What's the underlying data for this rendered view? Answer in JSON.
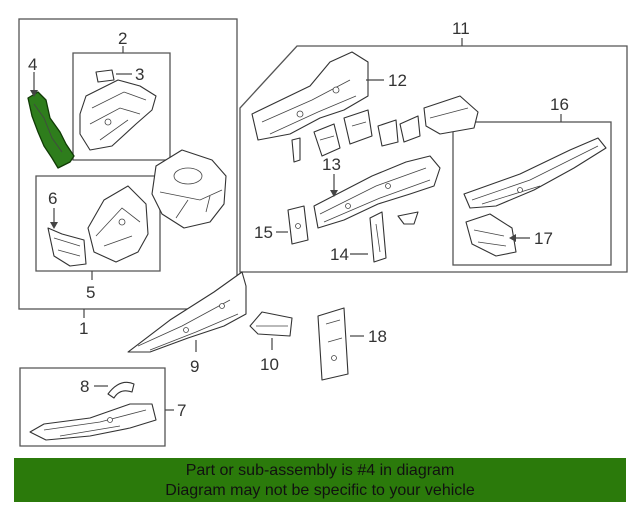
{
  "callouts": {
    "c1": "1",
    "c2": "2",
    "c3": "3",
    "c4": "4",
    "c5": "5",
    "c6": "6",
    "c7": "7",
    "c8": "8",
    "c9": "9",
    "c10": "10",
    "c11": "11",
    "c12": "12",
    "c13": "13",
    "c14": "14",
    "c15": "15",
    "c16": "16",
    "c17": "17",
    "c18": "18"
  },
  "highlight_color": "#2e7d1c",
  "banner": {
    "line1": "Part or sub-assembly is #4 in diagram",
    "line2": "Diagram may not be specific to your vehicle",
    "background": "#2b7a0b"
  }
}
